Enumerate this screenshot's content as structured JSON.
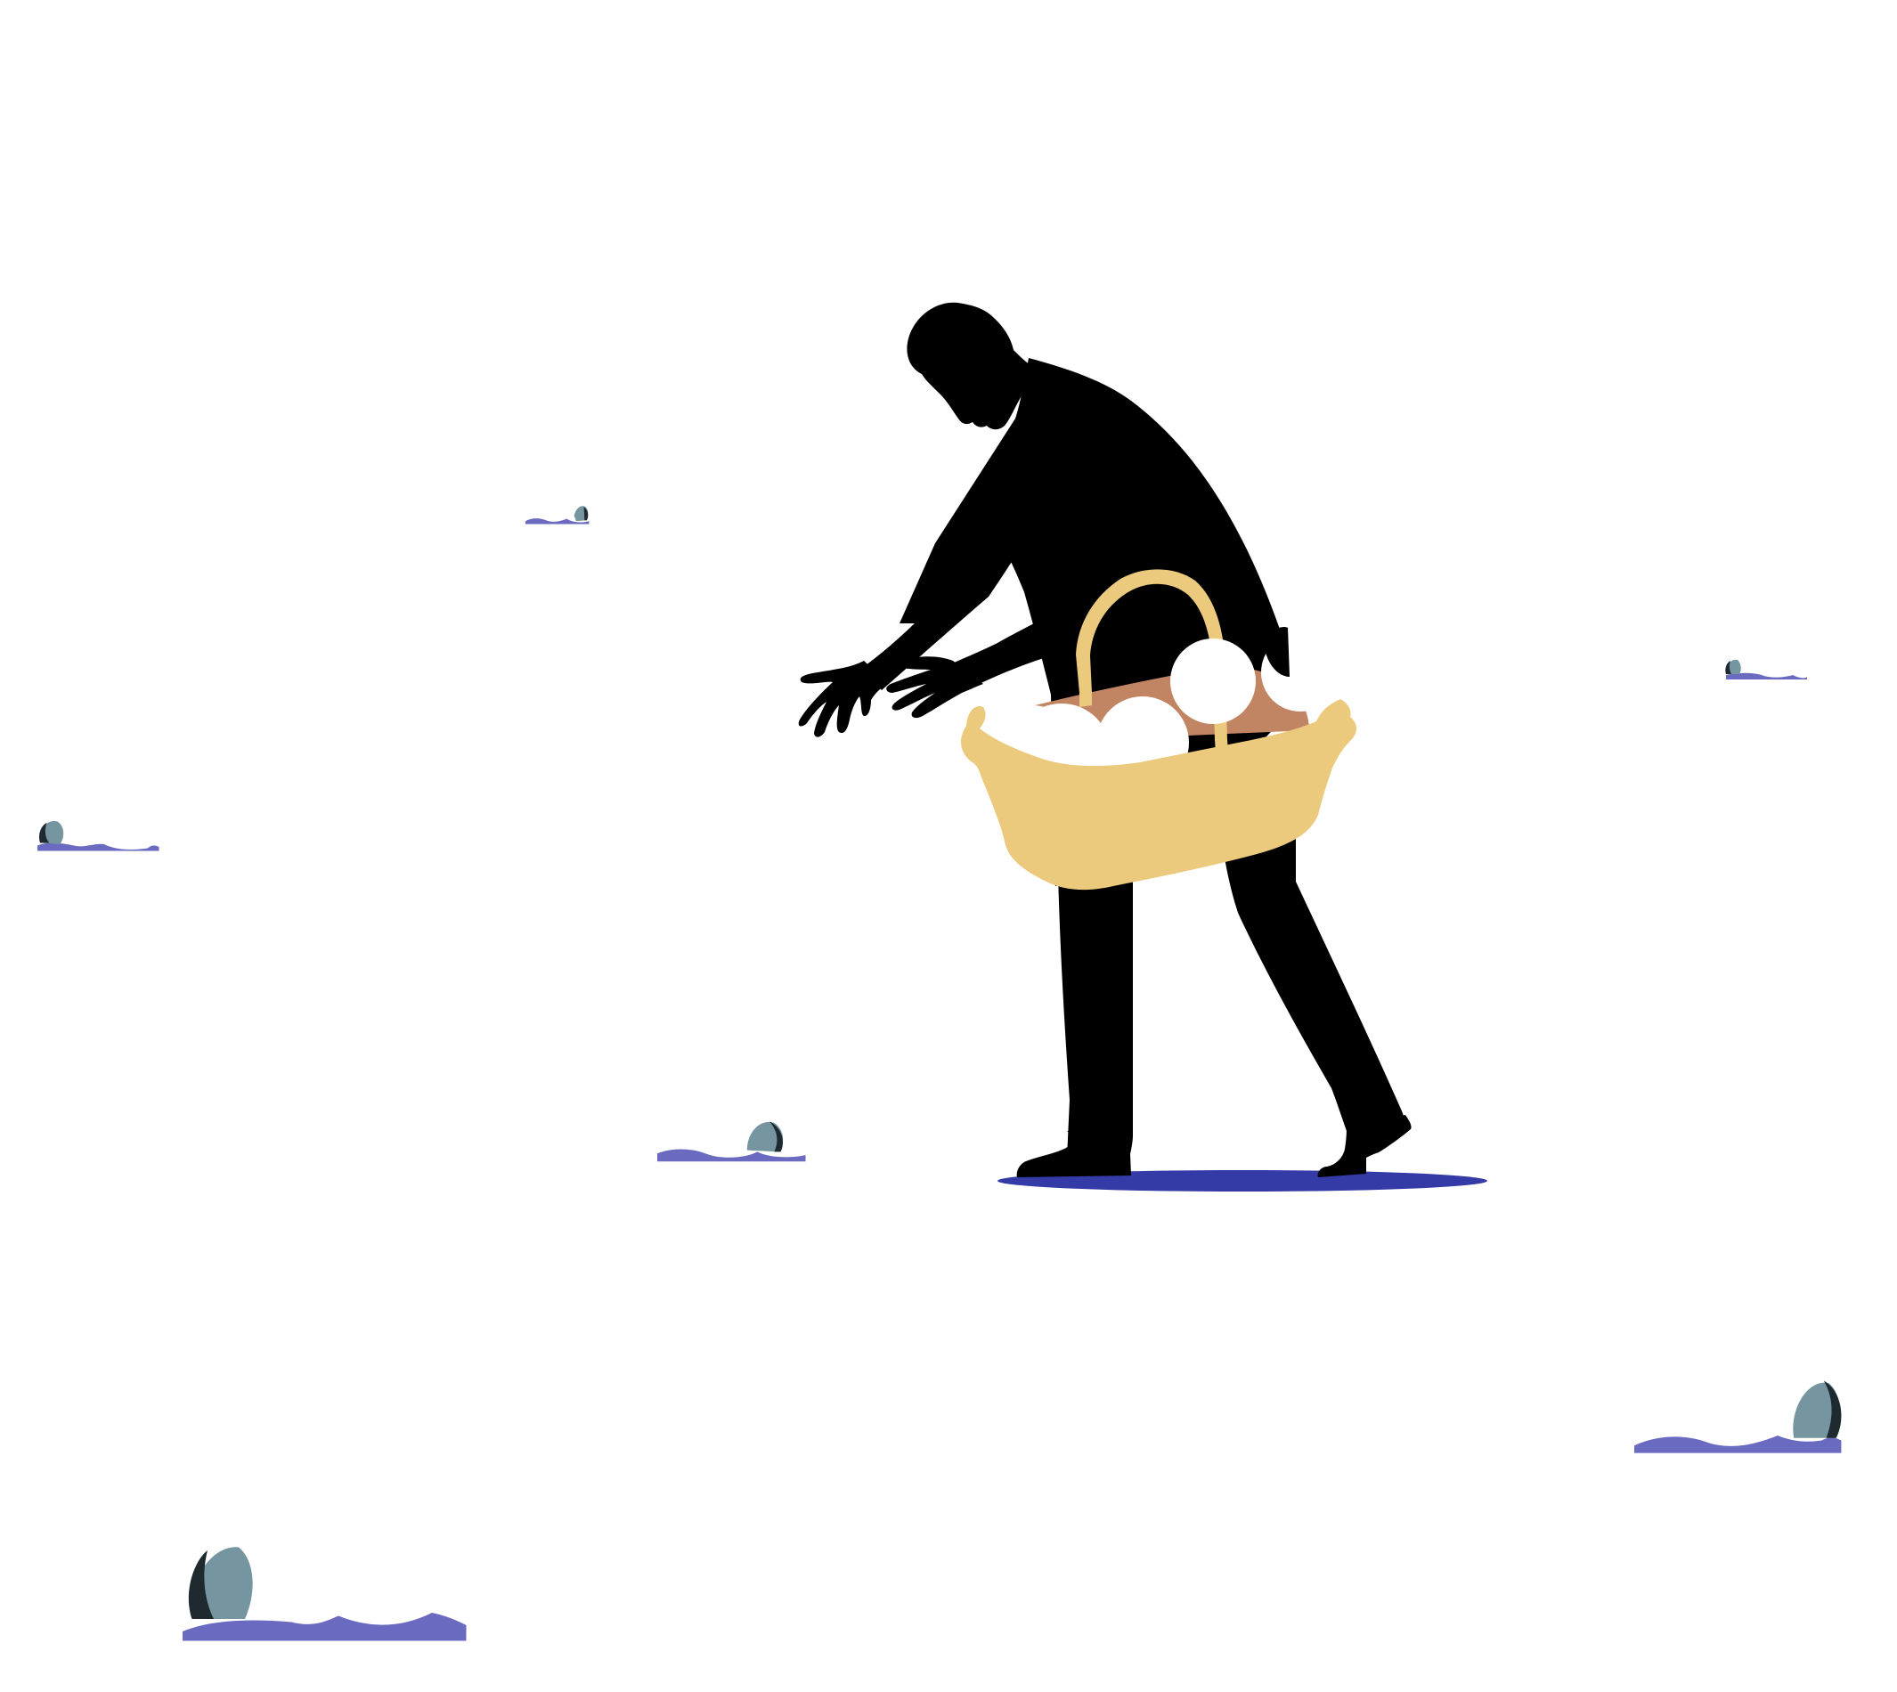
{
  "scene": {
    "subject": "man-with-egg-basket",
    "colors": {
      "background": "#ffffff",
      "silhouette": "#000000",
      "basket": "#ebc97d",
      "basket_inner": "#c28563",
      "egg": "#ffffff",
      "shadow": "#343aa6",
      "puddle": "#6a6ac0",
      "shell": "#7595a1",
      "shell_dark": "#1f2a30"
    },
    "broken_eggs": [
      {
        "id": "far-top-left"
      },
      {
        "id": "right-edge"
      },
      {
        "id": "left-edge"
      },
      {
        "id": "near-feet"
      },
      {
        "id": "bottom-right"
      },
      {
        "id": "bottom-left"
      }
    ]
  }
}
